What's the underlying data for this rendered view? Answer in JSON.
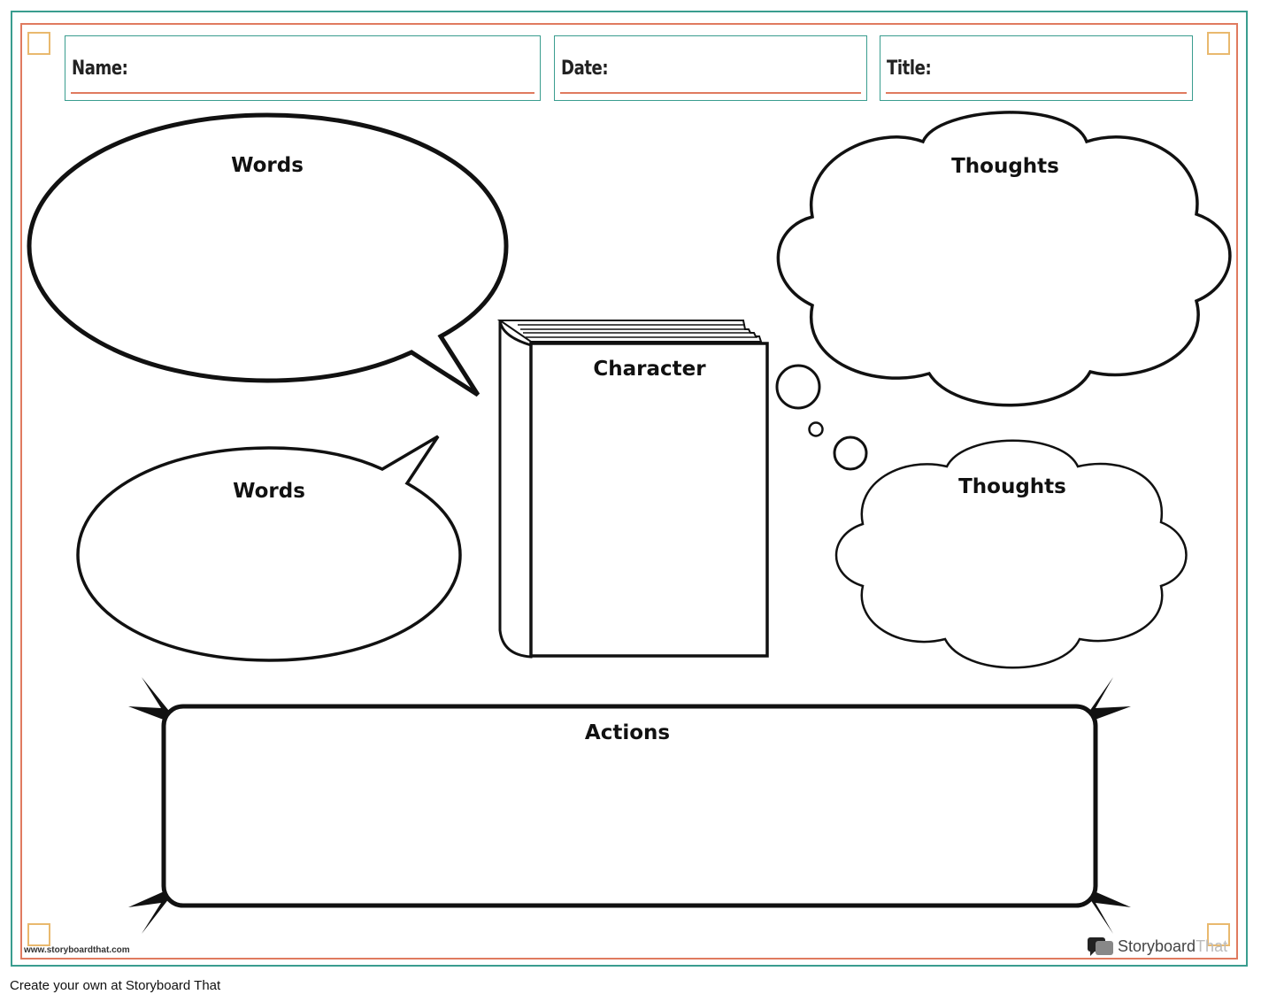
{
  "header": {
    "name_label": "Name:",
    "date_label": "Date:",
    "title_label": "Title:"
  },
  "boxes": {
    "words_top": "Words",
    "words_bottom": "Words",
    "character": "Character",
    "thoughts_top": "Thoughts",
    "thoughts_bottom": "Thoughts",
    "actions": "Actions"
  },
  "watermark": {
    "url": "www.storyboardthat.com",
    "brand_first": "Storyboard",
    "brand_second": "That"
  },
  "footer": {
    "text": "Create your own at Storyboard That"
  },
  "colors": {
    "teal_border": "#3a9d8f",
    "coral_border": "#e07a5f",
    "corner_gold": "#e9b96e"
  }
}
